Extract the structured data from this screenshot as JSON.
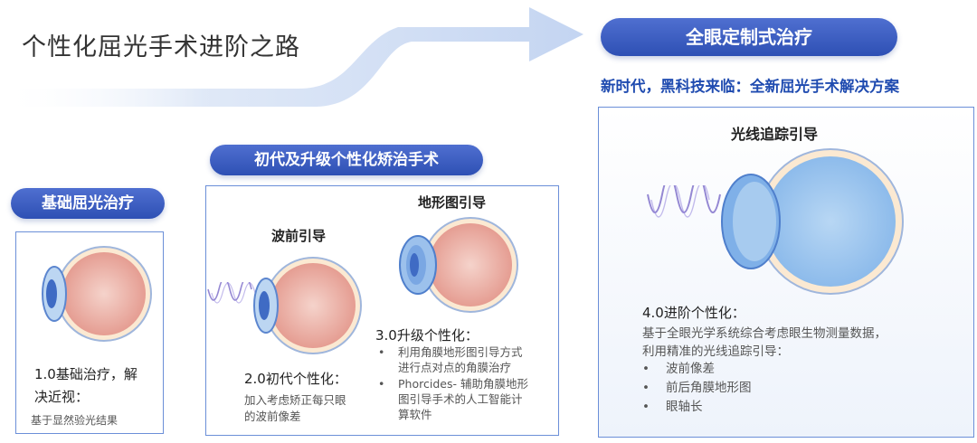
{
  "title": "个性化屈光手术进阶之路",
  "stage1": {
    "badge": "基础屈光治疗",
    "heading_line1": "1.0基础治疗，解",
    "heading_line2": "决近视：",
    "desc": "基于显然验光结果"
  },
  "stage2": {
    "badge": "初代及升级个性化矫治手术",
    "left_label": "波前引导",
    "right_label": "地形图引导",
    "gen2_heading": "2.0初代个性化：",
    "gen2_desc_line1": "加入考虑矫正每只眼",
    "gen2_desc_line2": "的波前像差",
    "gen3_heading": "3.0升级个性化：",
    "gen3_items": [
      {
        "line1": "利用角膜地形图引导方式",
        "line2": "进行点对点的角膜治疗"
      },
      {
        "line1": "Phorcides- 辅助角膜地形",
        "line2": "图引导手术的人工智能计",
        "line3": "算软件"
      }
    ]
  },
  "stage3": {
    "badge": "全眼定制式治疗",
    "tagline": "新时代，黑科技来临：全新屈光手术解决方案",
    "panel_label": "光线追踪引导",
    "heading": "4.0进阶个性化：",
    "desc_line1": "基于全眼光学系统综合考虑眼生物测量数据，",
    "desc_line2": "利用精准的光线追踪引导：",
    "items": [
      "波前像差",
      "前后角膜地形图",
      "眼轴长"
    ]
  },
  "colors": {
    "badge_blue": "#3a5cc0",
    "panel_border": "#6b8fd8",
    "arrow_band": "#c9d8f2",
    "eyeball_pink": "#eab0a6",
    "eyeball_blue": "#a7cbef",
    "cornea_blue": "#5a8fd8",
    "wave_purple": "#7a6ac8"
  },
  "icons": [
    "progress-arrow-icon",
    "eyeball-icon",
    "light-wave-icon"
  ]
}
